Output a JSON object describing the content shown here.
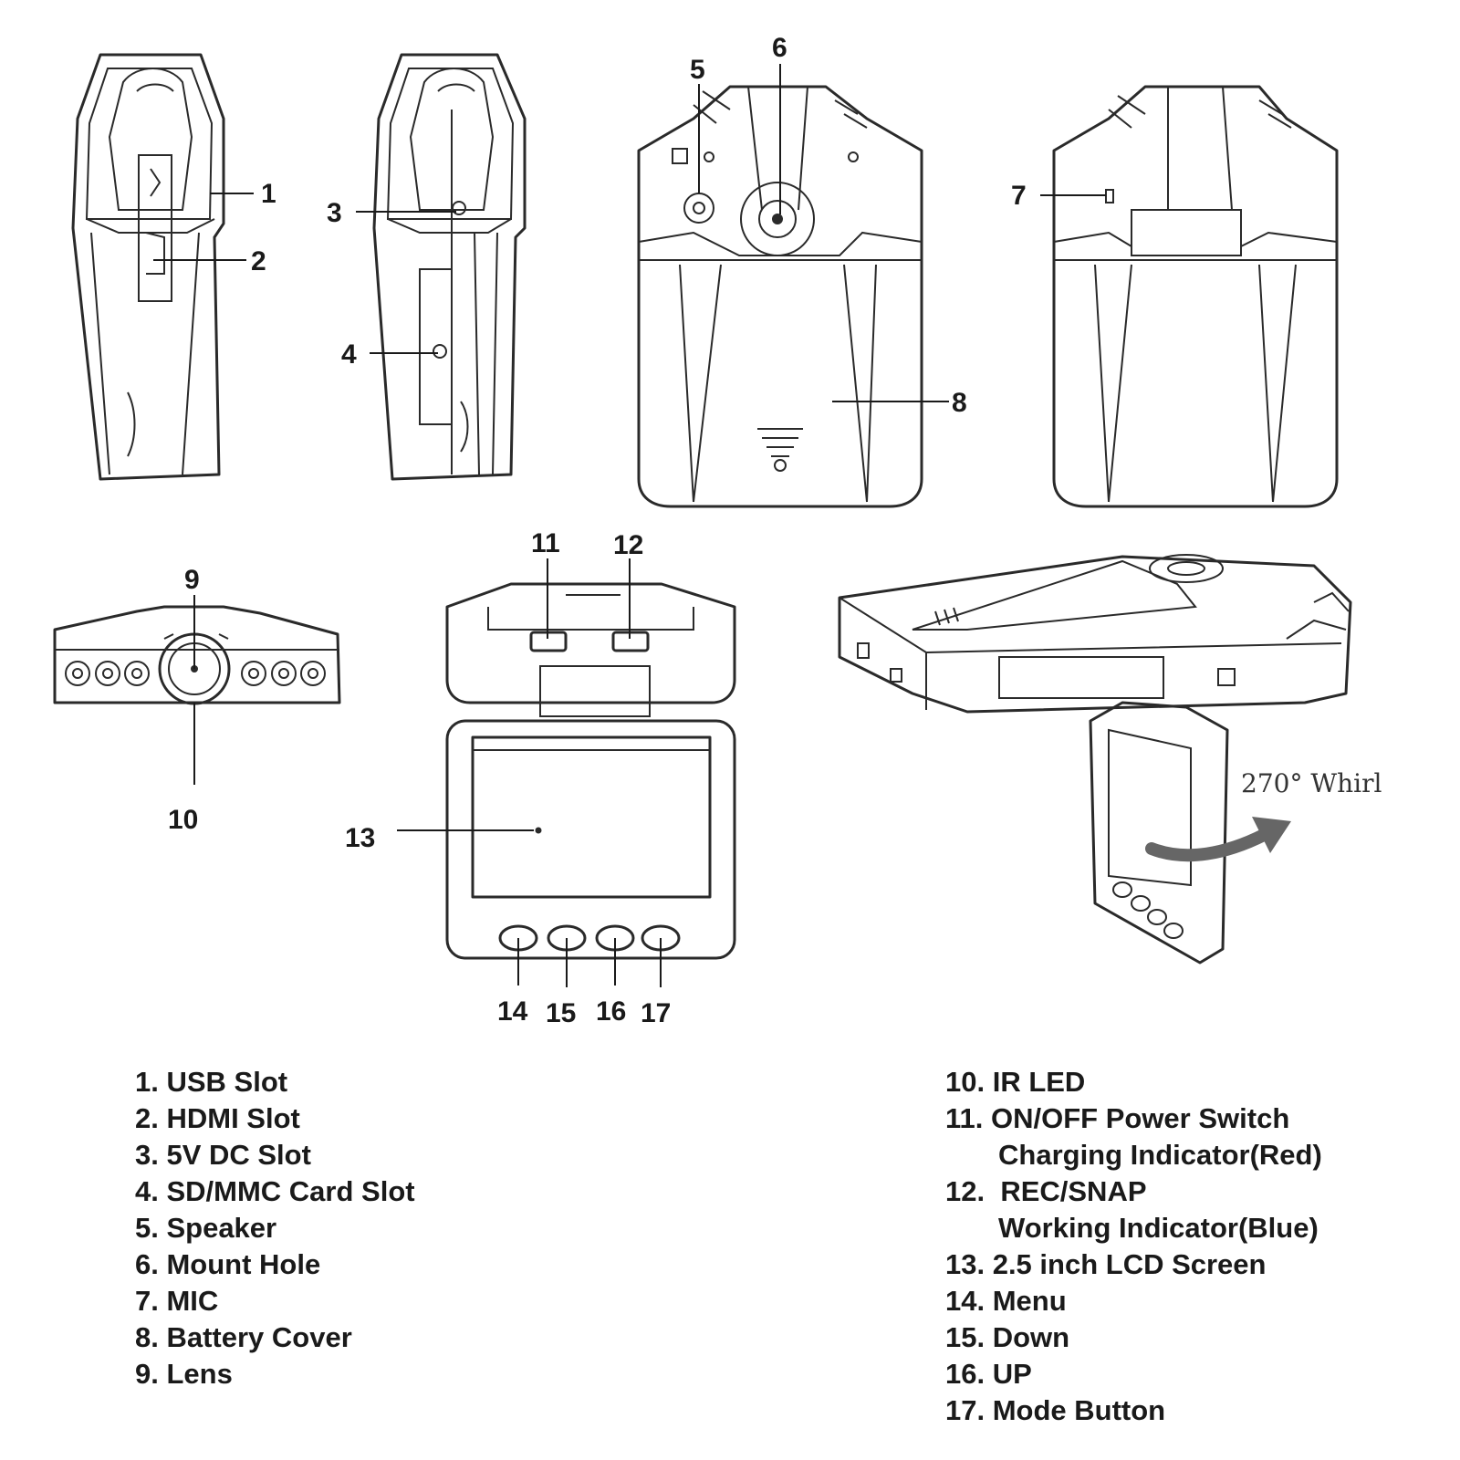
{
  "callouts": [
    "1",
    "2",
    "3",
    "4",
    "5",
    "6",
    "7",
    "8",
    "9",
    "10",
    "11",
    "12",
    "13",
    "14",
    "15",
    "16",
    "17"
  ],
  "rotation_label": "270° Whirl",
  "legend_left": [
    "1. USB Slot",
    "2. HDMI Slot",
    "3. 5V DC Slot",
    "4. SD/MMC Card Slot",
    "5. Speaker",
    "6. Mount Hole",
    "7. MIC",
    "8. Battery Cover",
    "9. Lens"
  ],
  "legend_right": [
    {
      "text": "10. IR LED"
    },
    {
      "text": "11. ON/OFF Power Switch"
    },
    {
      "text": "Charging Indicator(Red)",
      "indent": true
    },
    {
      "text": "12.  REC/SNAP"
    },
    {
      "text": "Working Indicator(Blue)",
      "indent": true
    },
    {
      "text": "13. 2.5 inch LCD Screen"
    },
    {
      "text": "14. Menu"
    },
    {
      "text": "15. Down"
    },
    {
      "text": "16. UP"
    },
    {
      "text": "17. Mode Button"
    }
  ]
}
